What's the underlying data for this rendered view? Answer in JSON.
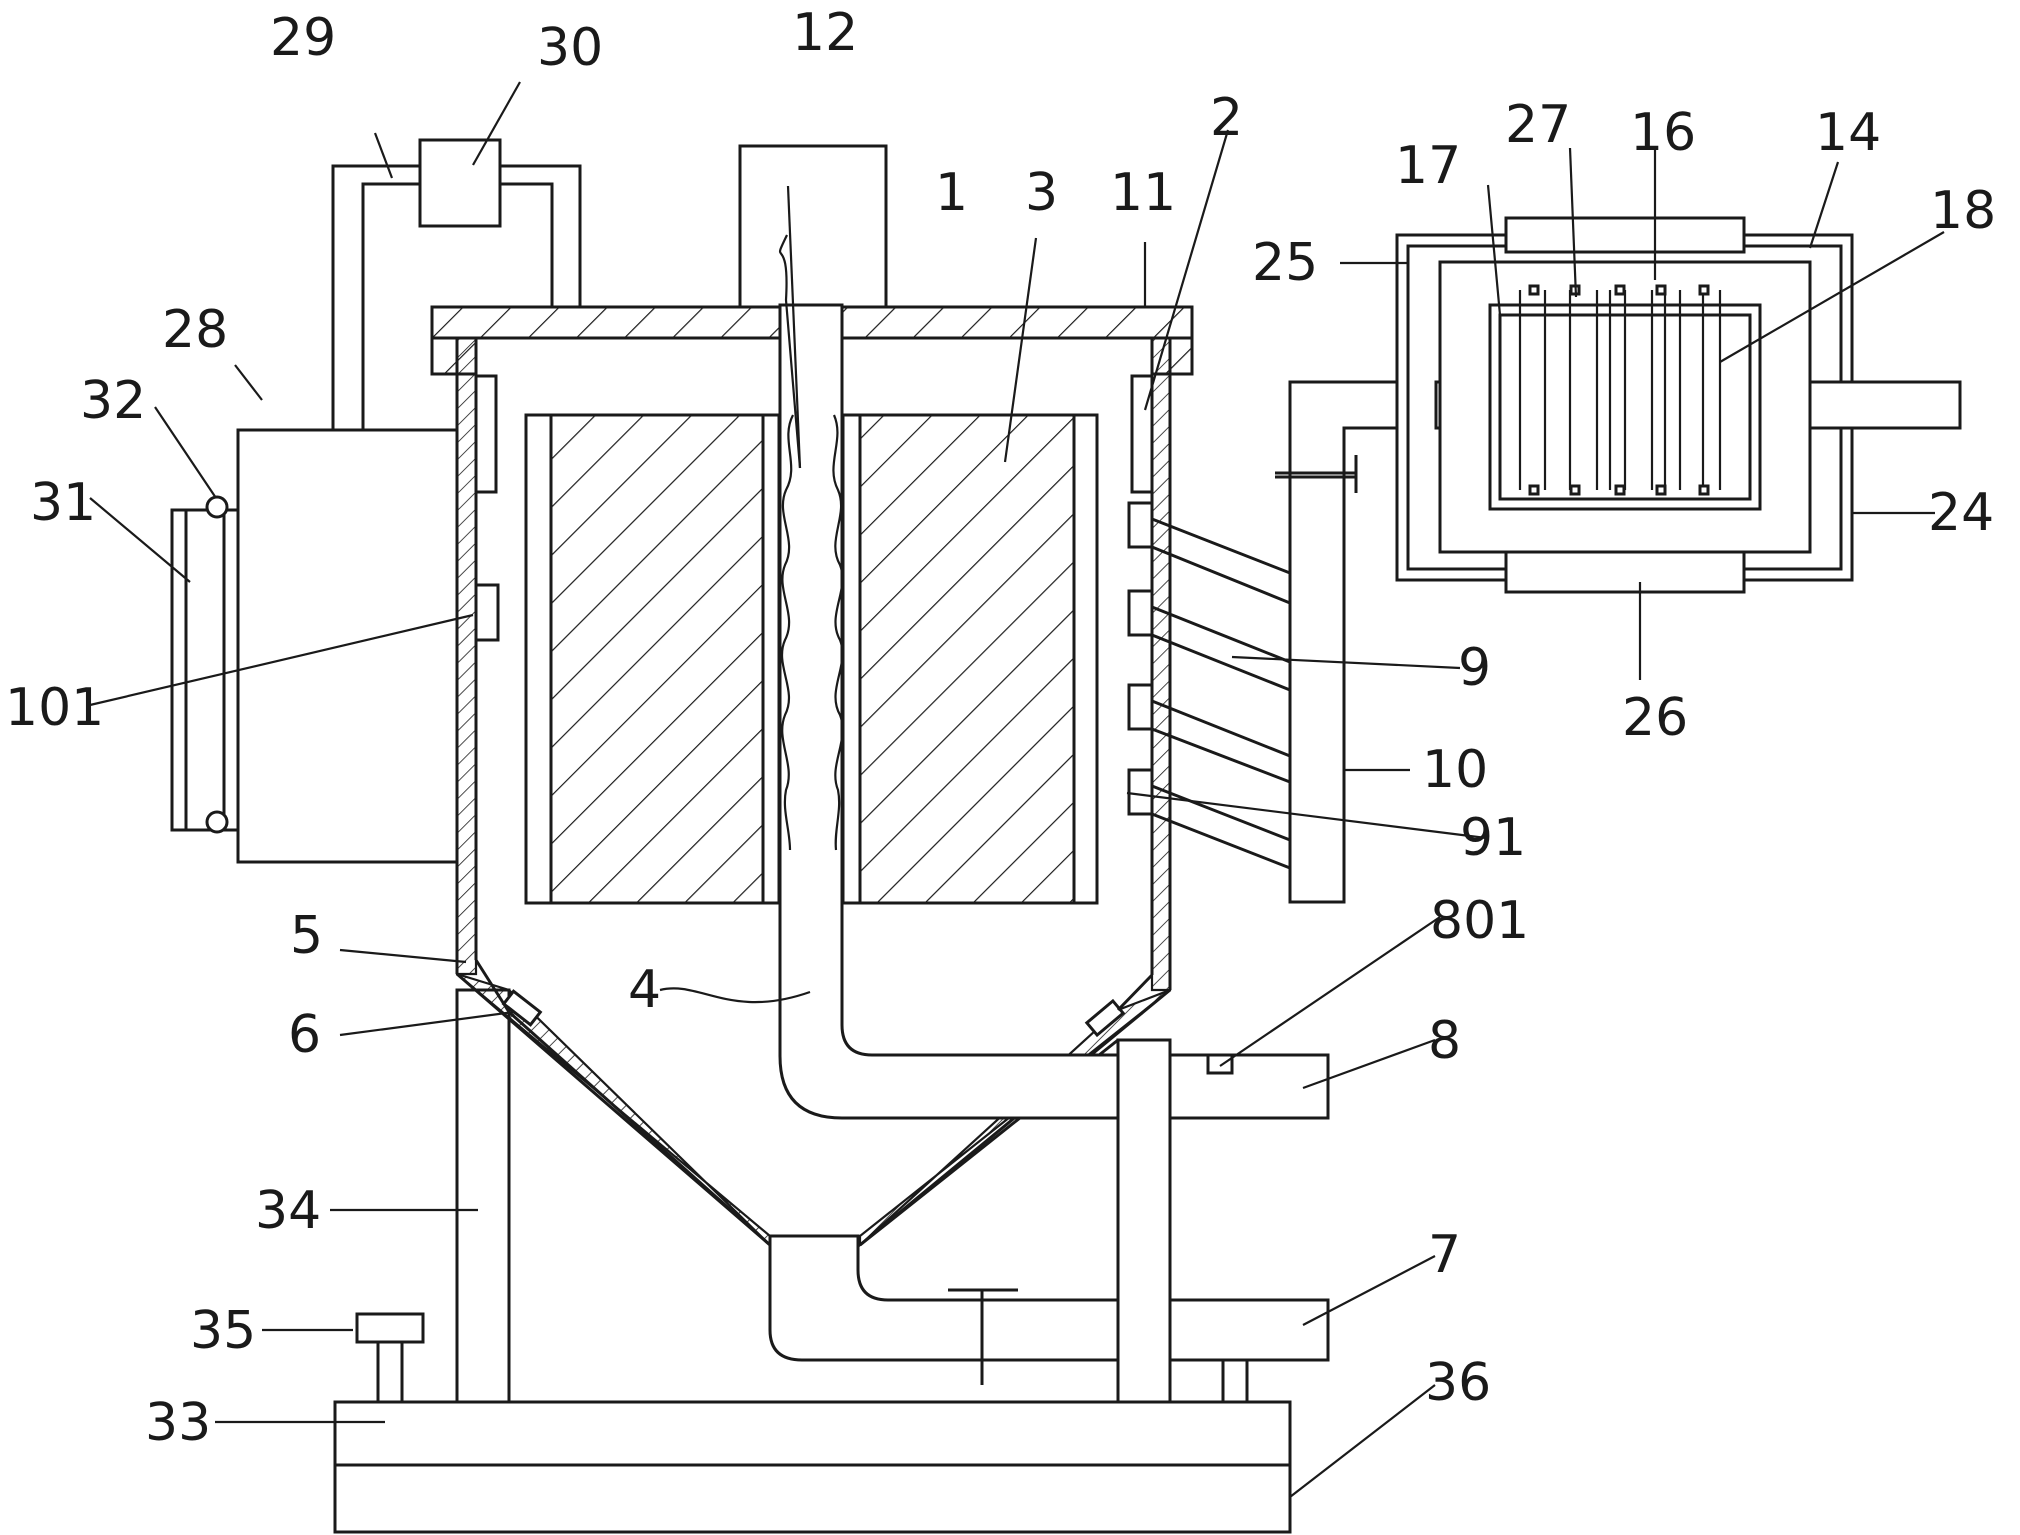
{
  "labels": {
    "l1": "1",
    "l2": "2",
    "l3": "3",
    "l4": "4",
    "l5": "5",
    "l6": "6",
    "l7": "7",
    "l8": "8",
    "l9": "9",
    "l10": "10",
    "l11": "11",
    "l12": "12",
    "l14": "14",
    "l16": "16",
    "l17": "17",
    "l18": "18",
    "l24": "24",
    "l25": "25",
    "l26": "26",
    "l27": "27",
    "l28": "28",
    "l29": "29",
    "l30": "30",
    "l31": "31",
    "l32": "32",
    "l33": "33",
    "l34": "34",
    "l35": "35",
    "l36": "36",
    "l91": "91",
    "l101": "101",
    "l801": "801"
  }
}
